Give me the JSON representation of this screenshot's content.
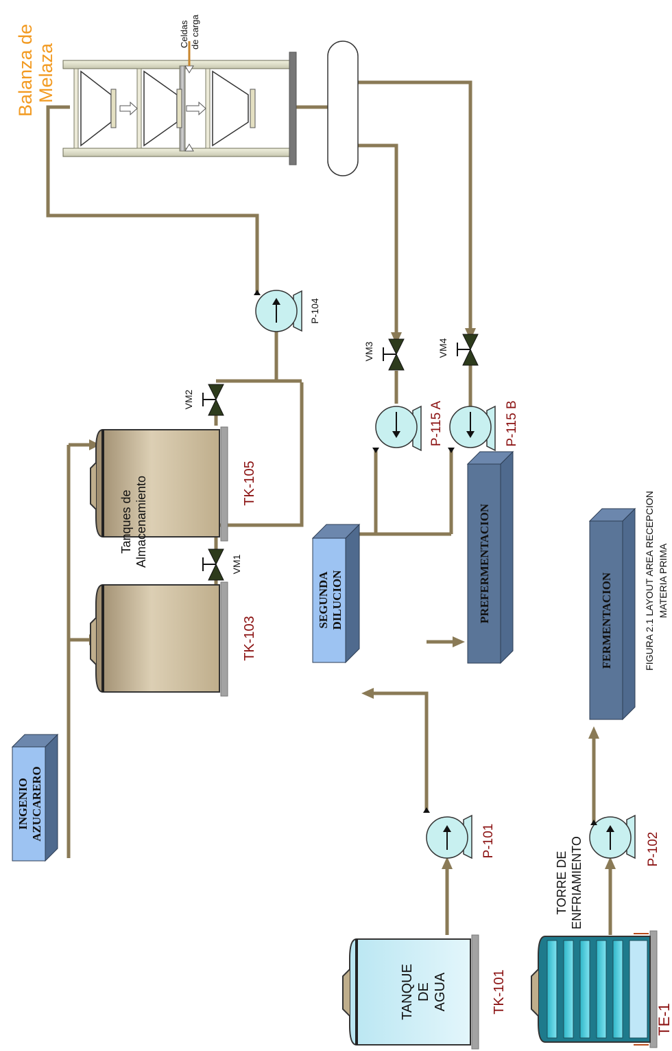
{
  "title": {
    "line1": "FIGURA 2.1 LAYOUT AREA RECEPCION",
    "line2": "MATERIA PRIMA"
  },
  "balanza": {
    "line1": "Balanza de",
    "line2": "Melaza",
    "celdas1": "Celdas",
    "celdas2": "de carga"
  },
  "blocks": {
    "ingenio1": "INGENIO",
    "ingenio2": "AZUCARERO",
    "segunda1": "SEGUNDA",
    "segunda2": "DILUCION",
    "prefermentacion": "PREFERMENTACION",
    "fermentacion": "FERMENTACION"
  },
  "tanks": {
    "tk103": "TK-103",
    "tk105": "TK-105",
    "tk101": "TK-101",
    "almac1": "Tanques de",
    "almac2": "Almacenamiento",
    "agua1": "TANQUE",
    "agua2": "DE",
    "agua3": "AGUA",
    "te1": "TE-1",
    "torre1": "TORRE DE",
    "torre2": "ENFRIAMIENTO"
  },
  "pumps": {
    "p104": "P-104",
    "p115a": "P-115 A",
    "p115b": "P-115 B",
    "p101": "P-101",
    "p102": "P-102"
  },
  "valves": {
    "vm1": "VM1",
    "vm2": "VM2",
    "vm3": "VM3",
    "vm4": "VM4"
  },
  "colors": {
    "pipe": "#8a7a56",
    "label_red": "#8b1212",
    "label_orange": "#f29a21",
    "block_front": "#9dc3f2",
    "block_side": "#4f6a8e",
    "pump_fill": "#c8f0f0",
    "valve_fill": "#2d3b1c"
  }
}
